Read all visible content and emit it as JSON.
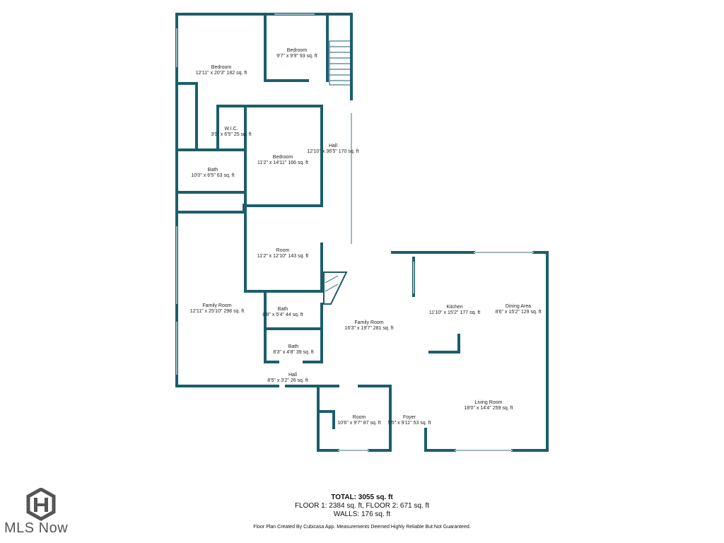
{
  "rooms": [
    {
      "name": "Bedroom",
      "dims": "12'11\" x 20'3\" 182 sq. ft"
    },
    {
      "name": "Bedroom",
      "dims": "9'7\" x 9'9\" 93 sq. ft"
    },
    {
      "name": "W.I.C.",
      "dims": "3'9\" x 6'5\" 25 sq. ft"
    },
    {
      "name": "Hall",
      "dims": "12'10\" x 36'5\" 170 sq. ft"
    },
    {
      "name": "Bedroom",
      "dims": "11'2\" x 14'11\" 166 sq. ft"
    },
    {
      "name": "Bath",
      "dims": "10'0\" x 6'5\" 63 sq. ft"
    },
    {
      "name": "Room",
      "dims": "11'2\" x 12'10\" 143 sq. ft"
    },
    {
      "name": "Family Room",
      "dims": "12'11\" x 25'10\" 298 sq. ft"
    },
    {
      "name": "Bath",
      "dims": "8'8\" x 5'4\" 44 sq. ft"
    },
    {
      "name": "Family Room",
      "dims": "16'3\" x 19'7\" 281 sq. ft"
    },
    {
      "name": "Kitchen",
      "dims": "11'10\" x 15'2\" 177 sq. ft"
    },
    {
      "name": "Dining Area",
      "dims": "8'6\" x 15'2\" 129 sq. ft"
    },
    {
      "name": "Bath",
      "dims": "8'3\" x 4'8\" 39 sq. ft"
    },
    {
      "name": "Hall",
      "dims": "8'5\" x 3'2\" 26 sq. ft"
    },
    {
      "name": "Room",
      "dims": "10'6\" x 9'7\" 87 sq. ft"
    },
    {
      "name": "Foyer",
      "dims": "5'5\" x 9'11\" 53 sq. ft"
    },
    {
      "name": "Living Room",
      "dims": "18'0\" x 14'4\" 259 sq. ft"
    }
  ],
  "totals": {
    "total": "TOTAL: 3055 sq. ft",
    "floors": "FLOOR 1: 2384 sq. ft, FLOOR 2: 671 sq. ft",
    "walls": "WALLS: 176 sq. ft",
    "disclaimer": "Floor Plan Created By Cubicasa App. Measurements Deemed Highly Reliable But Not Guaranteed."
  },
  "brand": {
    "text": "MLS Now",
    "logo_icon": "mls-now-logo-icon"
  },
  "colors": {
    "wall": "#1b5e6b",
    "window": "#9fb9c0"
  }
}
